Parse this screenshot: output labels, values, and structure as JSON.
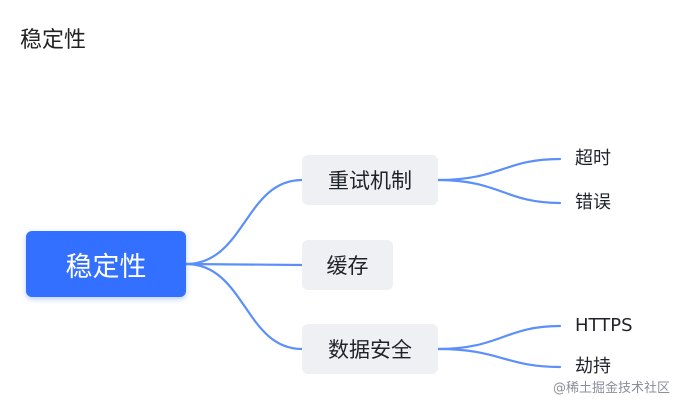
{
  "title": "稳定性",
  "mindmap": {
    "root": "稳定性",
    "branches": [
      {
        "label": "重试机制",
        "children": [
          "超时",
          "错误"
        ]
      },
      {
        "label": "缓存",
        "children": []
      },
      {
        "label": "数据安全",
        "children": [
          "HTTPS",
          "劫持"
        ]
      }
    ]
  },
  "watermark": "@稀土掘金技术社区",
  "colors": {
    "root_fill": "#3370ff",
    "branch_fill": "#eef0f3",
    "edge": "#5b8ff9"
  }
}
